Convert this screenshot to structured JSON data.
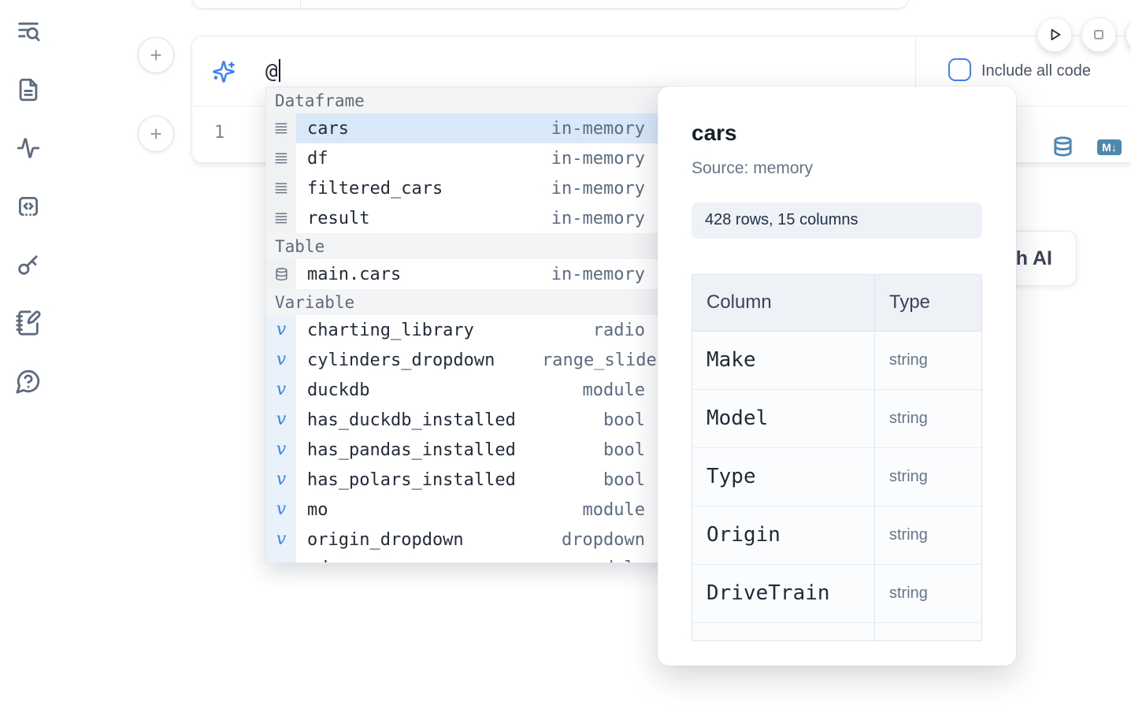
{
  "sidebar": {
    "items": [
      {
        "icon": "list-search"
      },
      {
        "icon": "file-text"
      },
      {
        "icon": "activity"
      },
      {
        "icon": "code-snippet"
      },
      {
        "icon": "key"
      },
      {
        "icon": "notebook-pen"
      },
      {
        "icon": "help-chat"
      }
    ]
  },
  "toolbar": {
    "run_icon": "play",
    "stop_icon": "stop",
    "markdown_badge": "M↓"
  },
  "ai_prompt": {
    "value": "@",
    "include_all_code_label": "Include all code"
  },
  "editor": {
    "line_number": "1"
  },
  "completion": {
    "sections": [
      {
        "label": "Dataframe",
        "icon": "dataframe",
        "items": [
          {
            "name": "cars",
            "type": "in-memory",
            "selected": true
          },
          {
            "name": "df",
            "type": "in-memory"
          },
          {
            "name": "filtered_cars",
            "type": "in-memory"
          },
          {
            "name": "result",
            "type": "in-memory"
          }
        ]
      },
      {
        "label": "Table",
        "icon": "table",
        "items": [
          {
            "name": "main.cars",
            "type": "in-memory"
          }
        ]
      },
      {
        "label": "Variable",
        "icon": "variable",
        "items": [
          {
            "name": "charting_library",
            "type": "radio"
          },
          {
            "name": "cylinders_dropdown",
            "type": "range_slider",
            "clip": true
          },
          {
            "name": "duckdb",
            "type": "module"
          },
          {
            "name": "has_duckdb_installed",
            "type": "bool"
          },
          {
            "name": "has_pandas_installed",
            "type": "bool"
          },
          {
            "name": "has_polars_installed",
            "type": "bool"
          },
          {
            "name": "mo",
            "type": "module"
          },
          {
            "name": "origin_dropdown",
            "type": "dropdown"
          },
          {
            "name": "pd",
            "type": "module",
            "partial": true
          }
        ]
      }
    ]
  },
  "preview": {
    "title": "cars",
    "source": "Source: memory",
    "shape": "428 rows, 15 columns",
    "table": {
      "headers": [
        "Column",
        "Type"
      ],
      "rows": [
        [
          "Make",
          "string"
        ],
        [
          "Model",
          "string"
        ],
        [
          "Type",
          "string"
        ],
        [
          "Origin",
          "string"
        ],
        [
          "DriveTrain",
          "string"
        ]
      ],
      "partial_row": true
    }
  },
  "ai_generate_button": {
    "label": "with AI"
  },
  "colors": {
    "accent_blue": "#3b82f6",
    "steel_blue": "#4e87af",
    "selection_blue": "#d9e8f9",
    "icon_slate": "#5d6b7e"
  }
}
